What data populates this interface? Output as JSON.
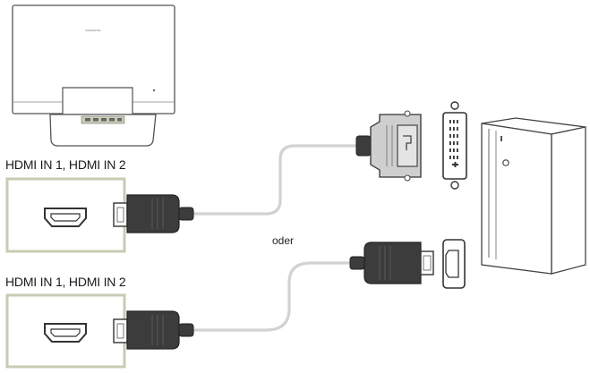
{
  "labels": {
    "port_top": "HDMI IN 1, HDMI IN 2",
    "port_bottom": "HDMI IN 1, HDMI IN 2",
    "separator": "oder",
    "monitor_brand": "SAMSUNG"
  },
  "icons": [
    "monitor",
    "hdmi-port",
    "hdmi-plug",
    "dvi-plug",
    "dvi-port",
    "pc-tower",
    "cable"
  ],
  "colors": {
    "outline": "#555555",
    "cable": "#d2d2d2",
    "plug_dark": "#3c3c3c",
    "plug_light": "#cfcfcf",
    "panel_border": "#c9cbb3"
  }
}
